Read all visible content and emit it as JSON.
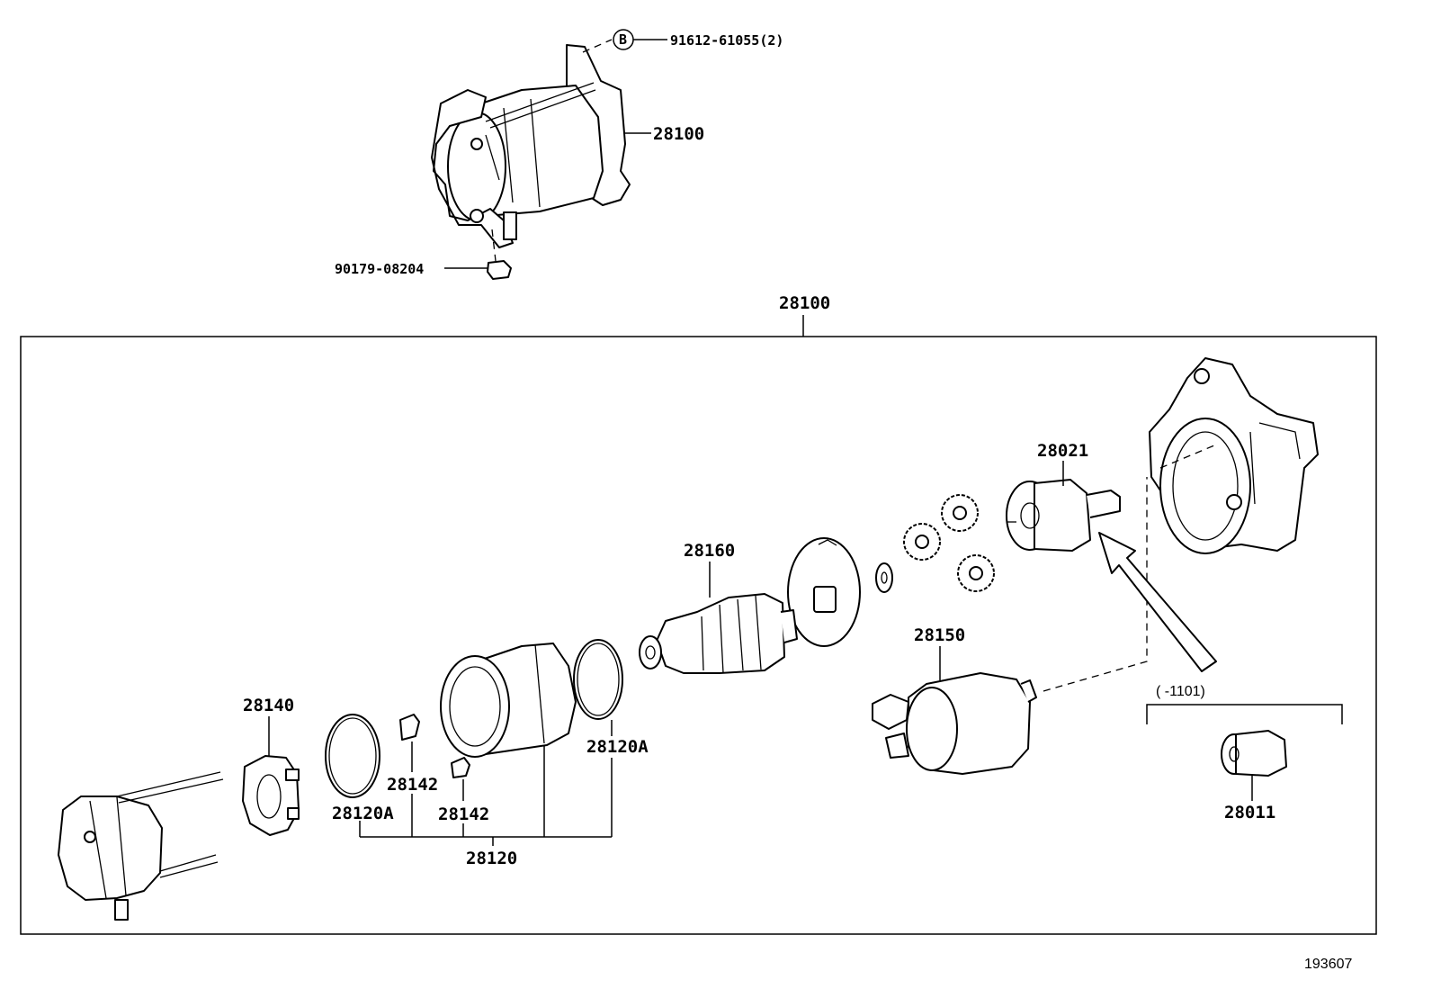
{
  "labels": {
    "bolt_b": "91612-61055(2)",
    "bolt_b_marker": "B",
    "starter_top": "28100",
    "nut": "90179-08204",
    "assembly": "28100",
    "starter_clutch": "28021",
    "armature": "28160",
    "magnetic_switch": "28150",
    "brush_holder": "28140",
    "o_ring_right": "28120A",
    "o_ring_left": "28120A",
    "clip_upper": "28142",
    "clip_lower": "28142",
    "yoke_assy": "28120",
    "variant_range": "(     -1101)",
    "pinion_gear": "28011",
    "diagram_id": "193607"
  }
}
